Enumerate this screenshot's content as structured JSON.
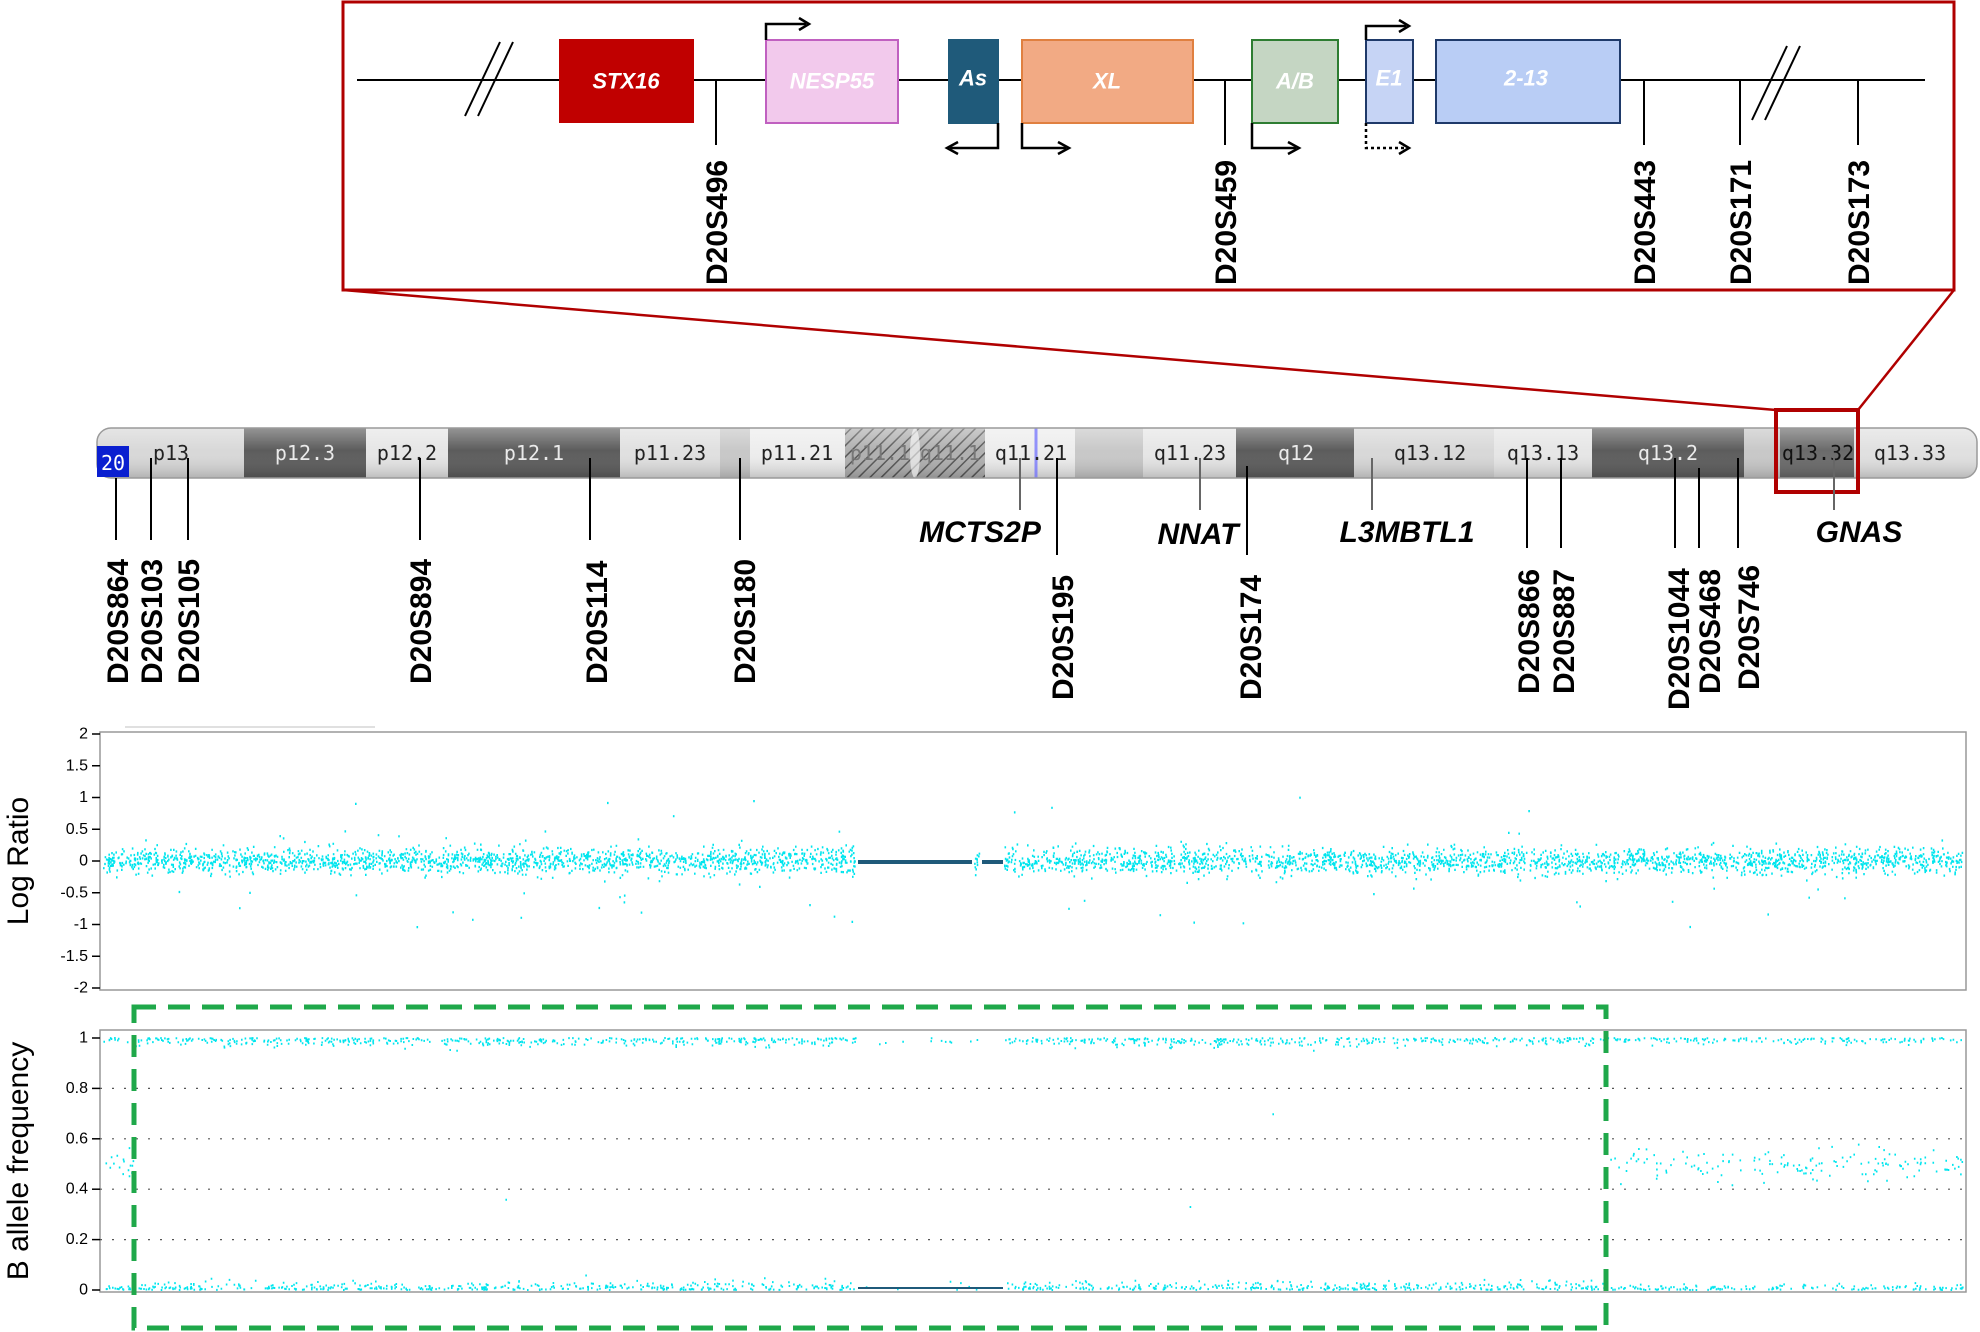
{
  "zoom_genes": [
    {
      "label": "STX16",
      "fill": "#c00000",
      "stroke": "#c00000",
      "text_color": "#ffffff"
    },
    {
      "label": "NESP55",
      "fill": "#f2c9ec",
      "stroke": "#c060c0",
      "text_color": "#333333"
    },
    {
      "label": "As",
      "fill": "#1f5a7a",
      "stroke": "#1f5a7a",
      "text_color": "#ffffff"
    },
    {
      "label": "XL",
      "fill": "#f2aa84",
      "stroke": "#e08040",
      "text_color": "#222222"
    },
    {
      "label": "A/B",
      "fill": "#c5d6c3",
      "stroke": "#2e7d32",
      "text_color": "#222222"
    },
    {
      "label": "E1",
      "fill": "#c6d4f5",
      "stroke": "#1f3a6a",
      "text_color": "#1f3a6a"
    },
    {
      "label": "2-13",
      "fill": "#b9cdf5",
      "stroke": "#1f3a6a",
      "text_color": "#1f3a6a"
    }
  ],
  "zoom_markers": [
    "D20S496",
    "D20S459",
    "D20S443",
    "D20S171",
    "D20S173"
  ],
  "chromosome": {
    "number": "20",
    "bands": [
      "p13",
      "p12.3",
      "p12.2",
      "p12.1",
      "p11.23",
      "p11.21",
      "p11.1",
      "q11.1",
      "q11.21",
      "q11.23",
      "q12",
      "q13.12",
      "q13.13",
      "q13.2",
      "q13.32",
      "q13.33"
    ]
  },
  "chrom_markers": [
    "D20S864",
    "D20S103",
    "D20S105",
    "D20S894",
    "D20S114",
    "D20S180",
    "D20S195",
    "D20S174",
    "D20S866",
    "D20S887",
    "D20S1044",
    "D20S468",
    "D20S746"
  ],
  "chrom_genes": [
    "MCTS2P",
    "NNAT",
    "L3MBTL1",
    "GNAS"
  ],
  "log_ratio_plot": {
    "ylabel": "Log Ratio",
    "yticks": [
      "2",
      "1.5",
      "1",
      "0.5",
      "0",
      "-0.5",
      "-1",
      "-1.5",
      "-2"
    ],
    "ylim": [
      -2,
      2
    ],
    "point_color": "#00e5ee"
  },
  "baf_plot": {
    "ylabel": "B allele frequency",
    "yticks": [
      "1",
      "0.8",
      "0.6",
      "0.4",
      "0.2",
      "0"
    ],
    "ylim": [
      0,
      1
    ],
    "point_color": "#00e5ee"
  },
  "colors": {
    "zoom_frame": "#b00000",
    "highlight_box": "#1fa84a",
    "gap_line": "#1f5a7a"
  }
}
